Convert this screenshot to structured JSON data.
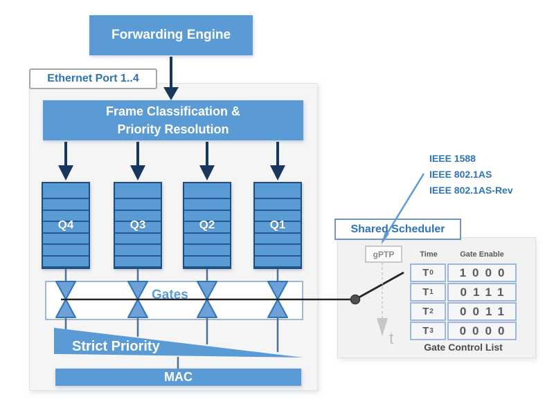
{
  "forwarding_engine": {
    "label": "Forwarding Engine"
  },
  "ethernet_port": {
    "label": "Ethernet Port 1..4"
  },
  "frame_classification": {
    "line1": "Frame Classification &",
    "line2": "Priority Resolution"
  },
  "queues": [
    {
      "label": "Q4"
    },
    {
      "label": "Q3"
    },
    {
      "label": "Q2"
    },
    {
      "label": "Q1"
    }
  ],
  "gates": {
    "label": "Gates"
  },
  "strict_priority": {
    "label": "Strict Priority"
  },
  "mac": {
    "label": "MAC"
  },
  "annotations": {
    "ieee": [
      "IEEE 1588",
      "IEEE 802.1AS",
      "IEEE 802.1AS-Rev"
    ]
  },
  "shared_scheduler": {
    "label": "Shared Scheduler",
    "gptp_label": "gPTP",
    "time_axis_label": "t",
    "table": {
      "col_time": "Time",
      "col_gate_enable": "Gate Enable",
      "caption": "Gate Control List",
      "rows": [
        {
          "time_base": "T",
          "time_sup": "0",
          "gate_enable": "1000"
        },
        {
          "time_base": "T",
          "time_sup": "1",
          "gate_enable": "0111"
        },
        {
          "time_base": "T",
          "time_sup": "2",
          "gate_enable": "0011"
        },
        {
          "time_base": "T",
          "time_sup": "3",
          "gate_enable": "0000"
        }
      ]
    }
  },
  "colors": {
    "box_blue": "#5b9bd5",
    "queue_border_navy": "#1f4e79",
    "arrow_navy": "#17375e",
    "connector_blue_gray": "#4d6e96",
    "gate_bowtie_fill": "#6ca0d6",
    "gate_bowtie_stroke": "#2e75b6",
    "control_line_black": "#262626",
    "label_text_blue": "#2e74b5",
    "table_border_blue": "#9cb6dc",
    "gray_text": "#595959",
    "panel_gray": "#f2f2f2"
  }
}
